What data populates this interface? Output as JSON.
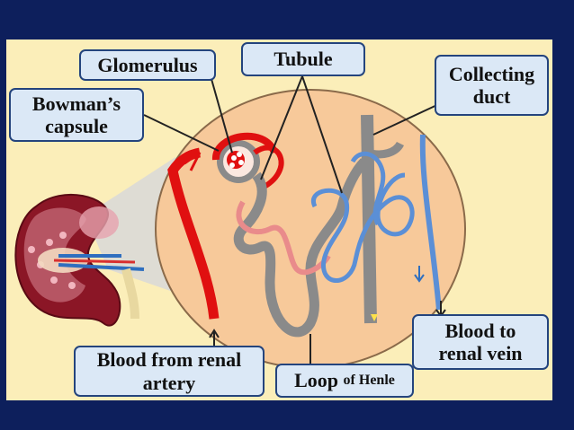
{
  "labels": {
    "glomerulus": "Glomerulus",
    "tubule": "Tubule",
    "collecting_duct_1": "Collecting",
    "collecting_duct_2": "duct",
    "bowmans_1": "Bowman’s",
    "bowmans_2": "capsule",
    "blood_from_1": "Blood from renal",
    "blood_from_2": "artery",
    "loop_1": "Loop",
    "loop_2": "of Henle",
    "blood_to_1": "Blood to",
    "blood_to_2": "renal vein"
  },
  "colors": {
    "background": "#0d1f5c",
    "panel": "#fbeeb9",
    "label_fill": "#dbe8f6",
    "label_border": "#24447d",
    "zoom_circle": "#f7c99a",
    "artery": "#e01010",
    "tubule": "#8a8a8a",
    "vein": "#5b8fd6",
    "kidney": "#8b1626"
  }
}
